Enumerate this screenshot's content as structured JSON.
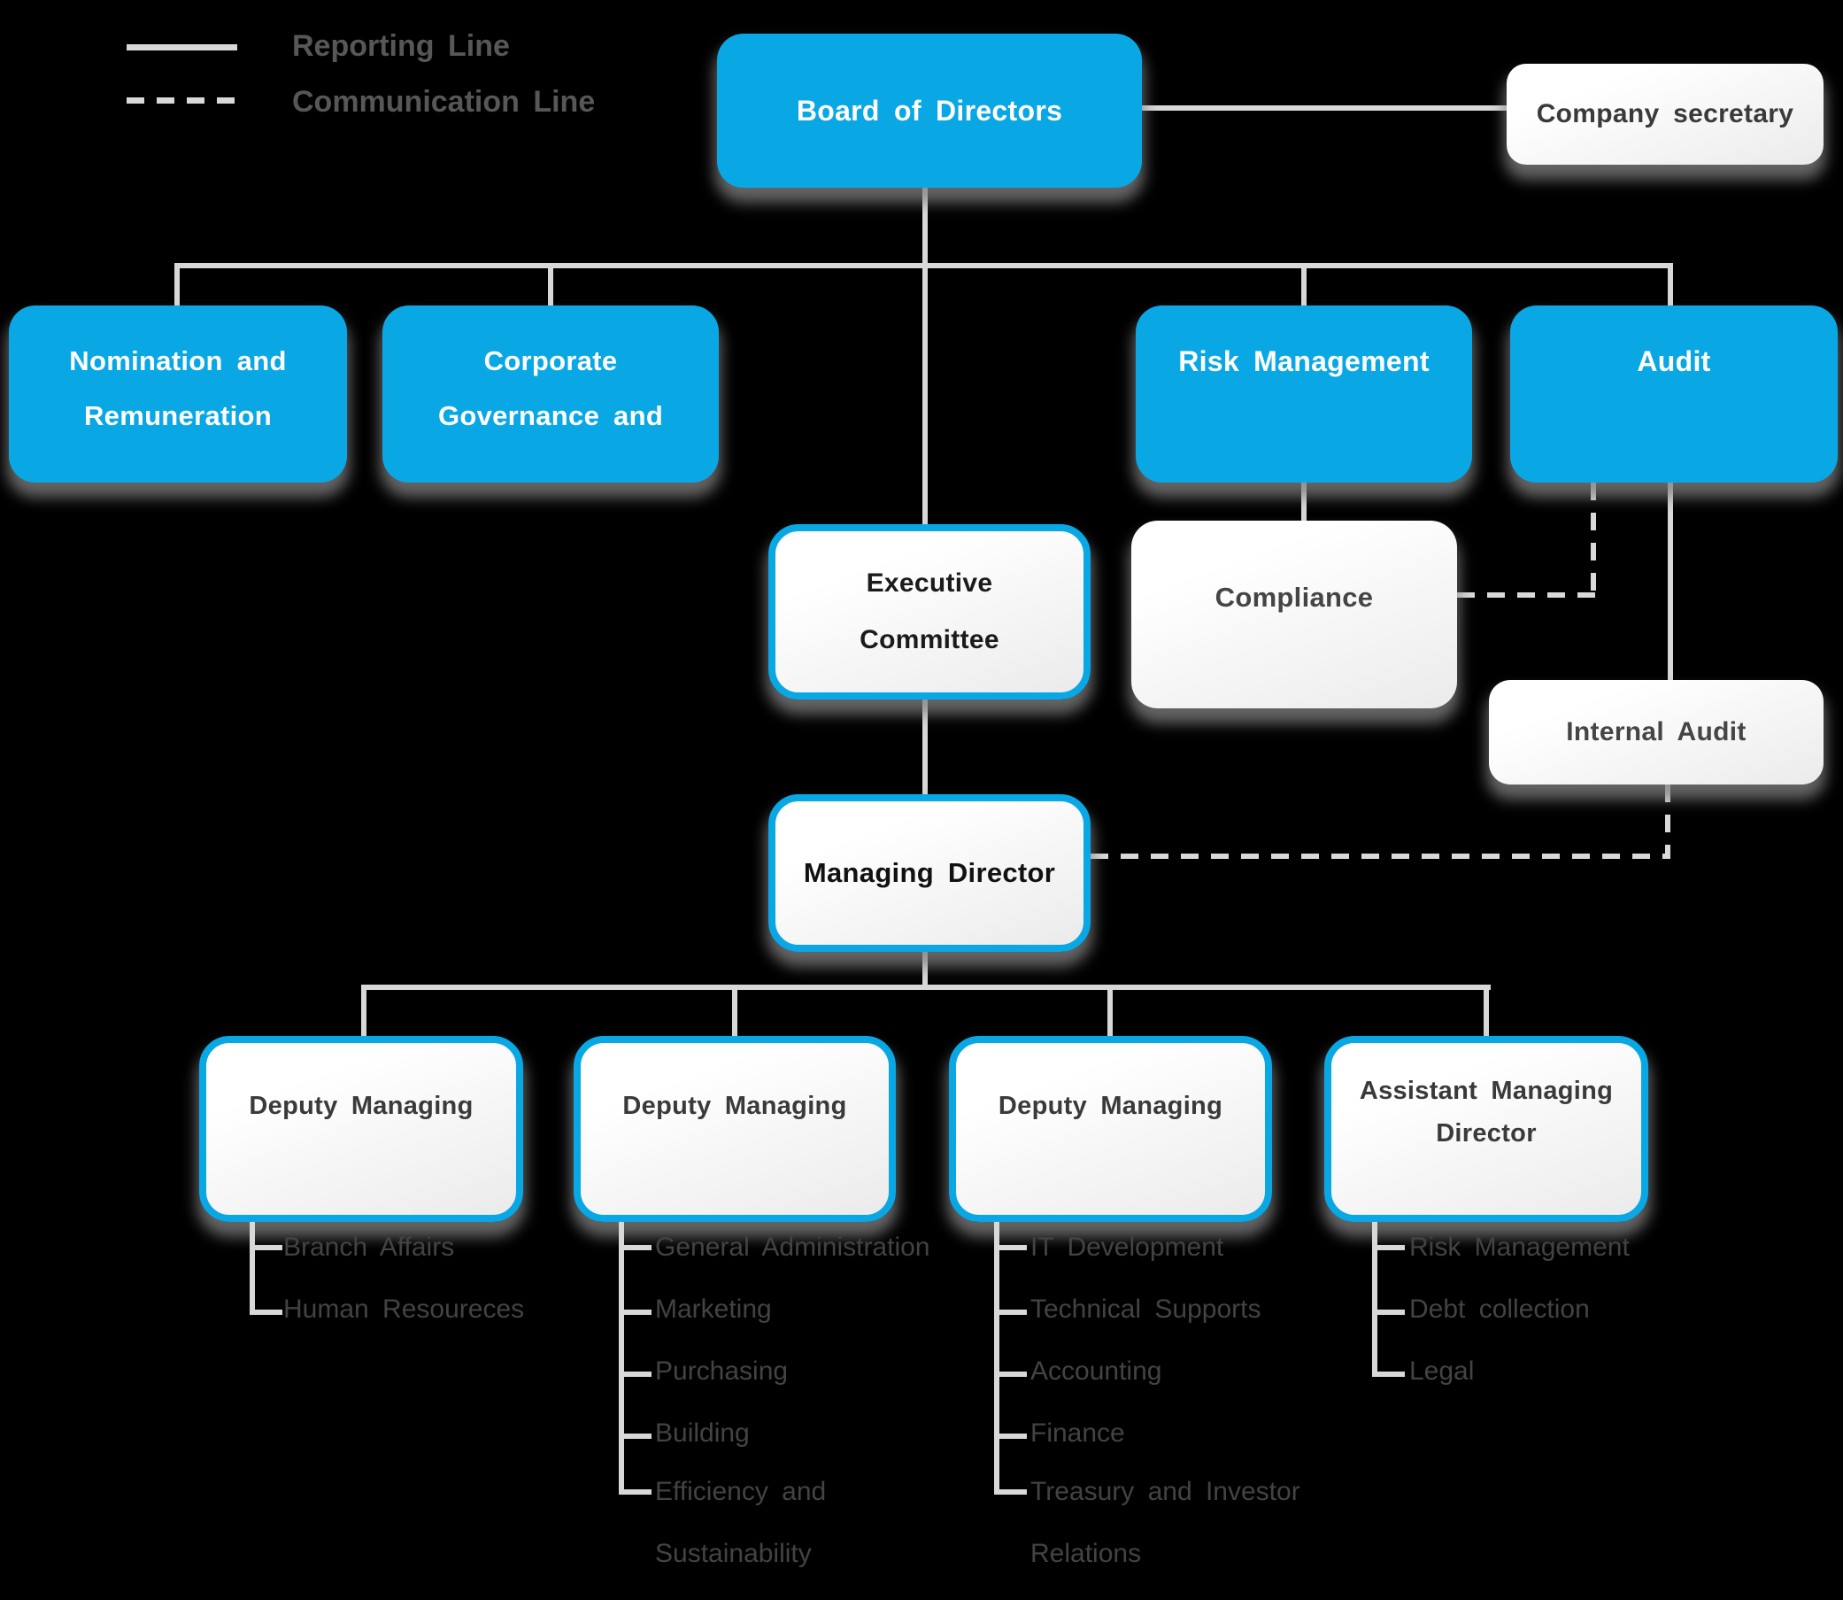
{
  "legend": {
    "reporting": "Reporting Line",
    "communication": "Communication Line"
  },
  "colors": {
    "background": "#000000",
    "accent_blue": "#0AA7E5",
    "connector_gray": "#D8D8D8",
    "shadow_gray": "#808080",
    "box_text_dark": "#3A3A3A",
    "list_text_gray": "#434343"
  },
  "boxes": {
    "board": "Board of Directors",
    "company_secretary": "Company secretary",
    "nomination": "Nomination and Remuneration",
    "corporate": "Corporate Governance and",
    "risk": "Risk Management",
    "audit": "Audit",
    "executive": "Executive Committee",
    "compliance": "Compliance",
    "internal_audit": "Internal Audit",
    "managing_director": "Managing Director"
  },
  "bottom_row": [
    {
      "label": "Deputy Managing",
      "items": [
        "Branch Affairs",
        "Human Resoureces"
      ]
    },
    {
      "label": "Deputy Managing",
      "items": [
        "General Administration",
        "Marketing",
        "Purchasing",
        "Building",
        "Efficiency and Sustainability"
      ]
    },
    {
      "label": "Deputy Managing",
      "items": [
        "IT Development",
        "Technical Supports",
        "Accounting",
        "Finance",
        "Treasury and Investor Relations"
      ]
    },
    {
      "label": "Assistant Managing Director",
      "items": [
        "Risk Management",
        "Debt collection",
        "Legal"
      ]
    }
  ]
}
